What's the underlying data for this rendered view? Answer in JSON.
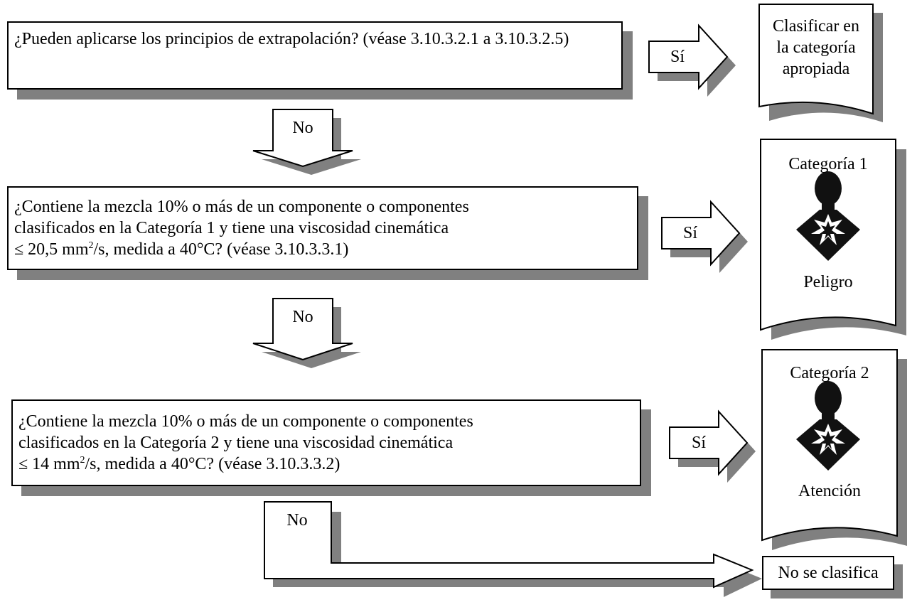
{
  "q1": {
    "text": "¿Pueden aplicarse los principios de extrapolación? (véase 3.10.3.2.1 a 3.10.3.2.5)"
  },
  "q2": {
    "line1": "¿Contiene la mezcla 10% o más de un componente o componentes",
    "line2": "clasificados en la Categoría 1 y tiene una viscosidad cinemática",
    "line3_pre": "≤ 20,5  mm",
    "line3_sup": "2",
    "line3_post": "/s,  medida a 40°C? (véase 3.10.3.3.1)"
  },
  "q3": {
    "line1": "¿Contiene la mezcla 10% o más de un componente o componentes",
    "line2": "clasificados en la Categoría 2 y tiene una viscosidad cinemática",
    "line3_pre": "≤ 14 mm",
    "line3_sup": "2",
    "line3_post": "/s,  medida a 40°C? (véase 3.10.3.3.2)"
  },
  "yes_label": "Sí",
  "no_label": "No",
  "r1": {
    "line1": "Clasificar en",
    "line2": "la categoría",
    "line3": "apropiada"
  },
  "r2": {
    "title": "Categoría 1",
    "signal": "Peligro",
    "icon": "health-hazard-icon"
  },
  "r3": {
    "title": "Categoría 2",
    "signal": "Atención",
    "icon": "health-hazard-icon"
  },
  "r4": {
    "text": "No se clasifica"
  },
  "colors": {
    "shadow": "#808080",
    "line": "#000000",
    "fill": "#ffffff",
    "pictogram": "#111111"
  }
}
